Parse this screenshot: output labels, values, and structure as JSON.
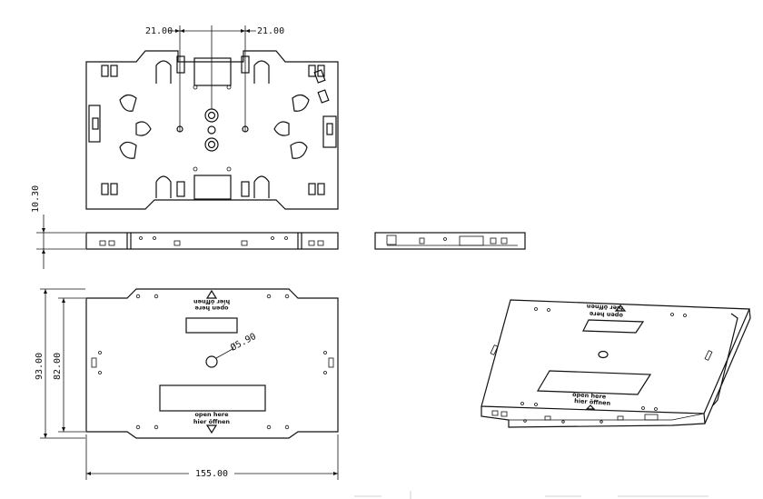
{
  "dimensions": {
    "pitch_left": "21.00",
    "pitch_right": "21.00",
    "thickness": "10.30",
    "outer_height": "93.00",
    "inner_height": "82.00",
    "hole_diameter": "Ø5.90",
    "length": "155.00"
  },
  "labels": {
    "top_open": "open here",
    "top_open_sub": "hier öffnen",
    "bottom_open": "open here",
    "bottom_open_sub": "hier öffnen",
    "iso_open": "open here",
    "iso_open_sub": "hier öffnen"
  }
}
